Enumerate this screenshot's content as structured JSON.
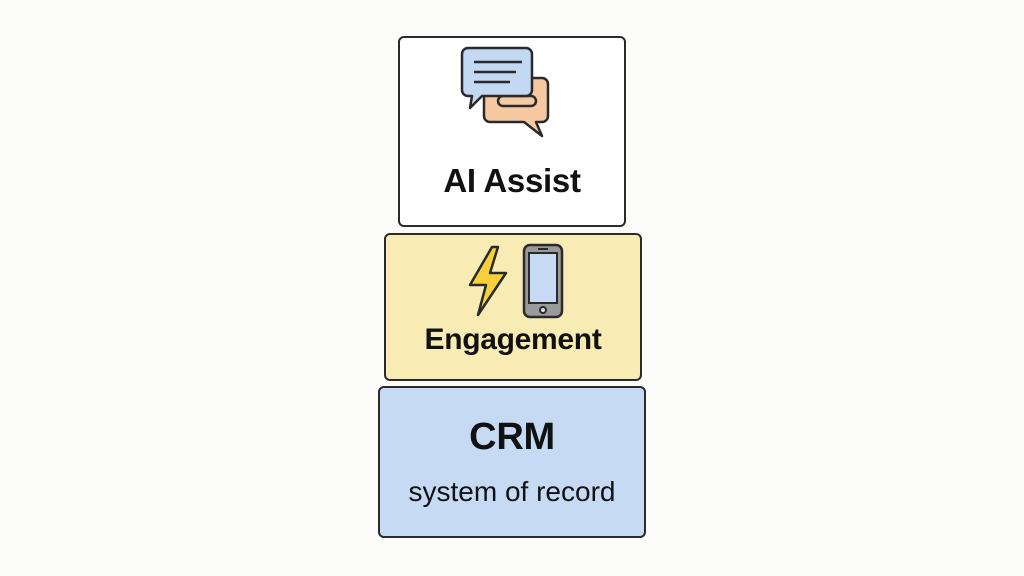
{
  "layers": [
    {
      "id": "ai-assist",
      "title": "AI Assist",
      "icon": "chat-bubbles-icon",
      "fill": "#ffffff"
    },
    {
      "id": "engagement",
      "title": "Engagement",
      "icons": [
        "lightning-bolt-icon",
        "smartphone-icon"
      ],
      "fill": "#f8ecb4"
    },
    {
      "id": "crm",
      "title": "CRM",
      "subtitle": "system of record",
      "fill": "#c6daf4"
    }
  ],
  "colors": {
    "outline": "#2a2a2a",
    "chat_blue": "#c3d8f2",
    "chat_orange": "#f6c9a3",
    "bolt_yellow": "#f5cf3c",
    "phone_gray": "#9a9a9a",
    "phone_screen": "#c6daf4"
  }
}
